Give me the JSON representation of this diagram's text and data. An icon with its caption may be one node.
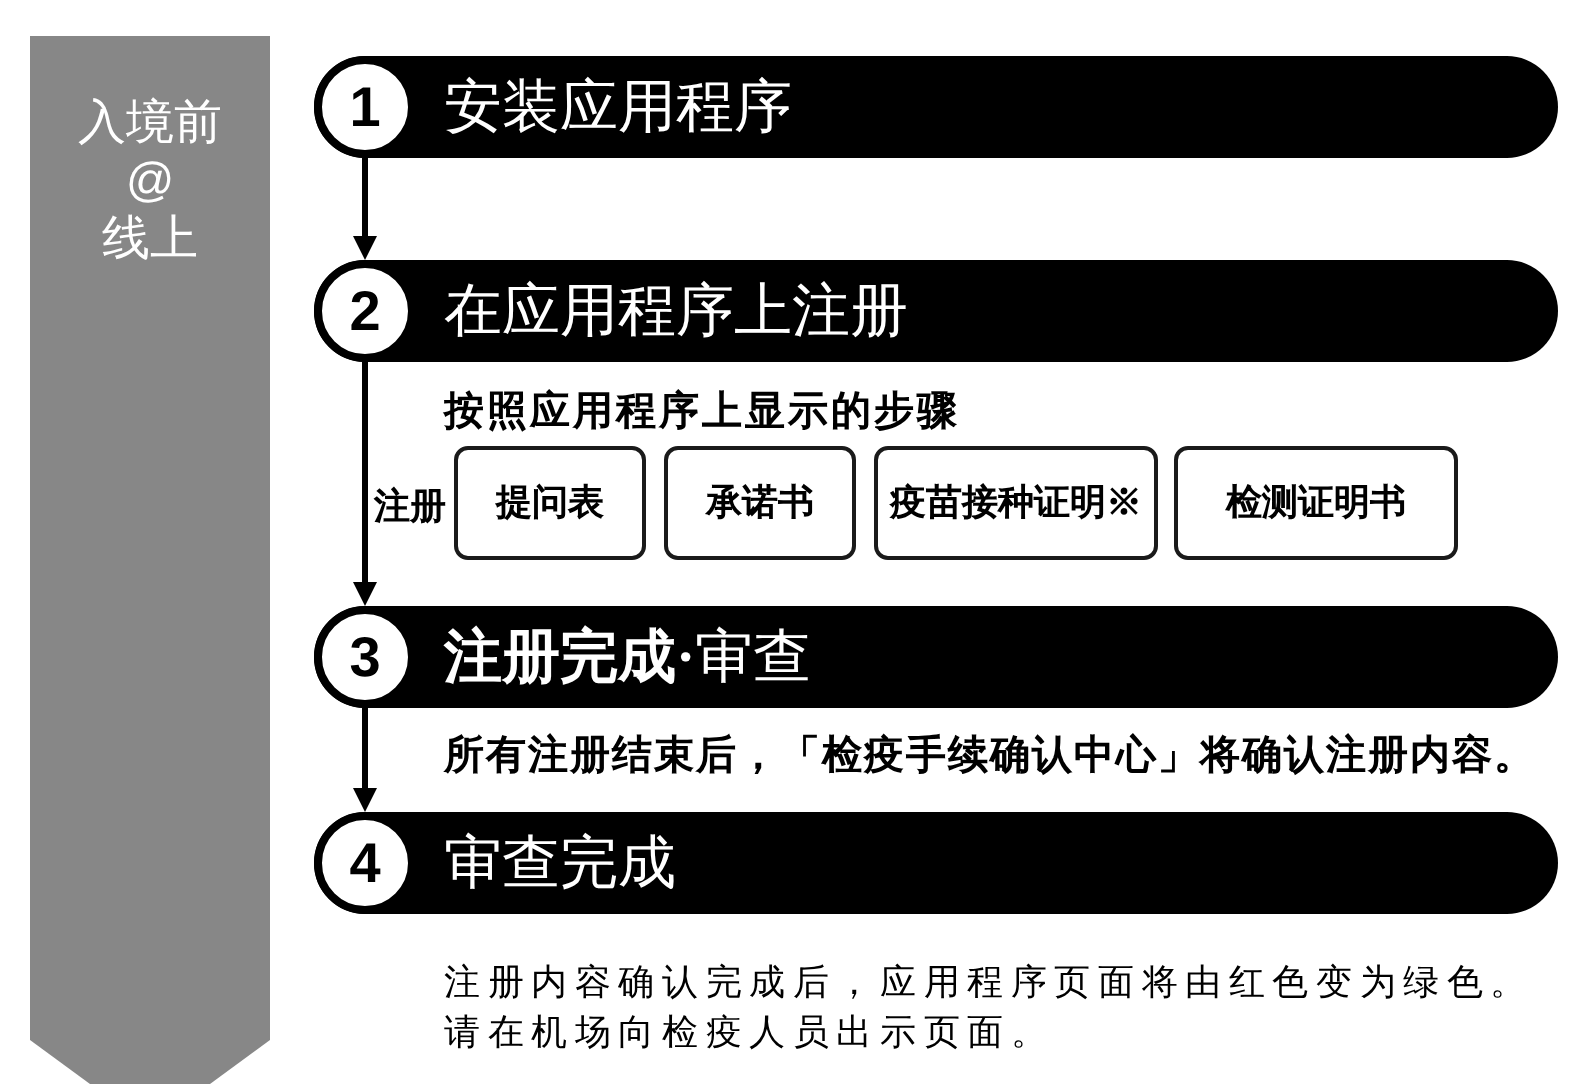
{
  "diagram": {
    "nodes": [
      {
        "text": [
          "入境前",
          "@",
          "线上"
        ]
      },
      {
        "text": [
          "安装应用程序"
        ]
      },
      {
        "text": [
          "1"
        ],
        "in": 1
      },
      {
        "text": [
          "在应用程序上注册"
        ]
      },
      {
        "text": [
          "2"
        ],
        "in": 3
      },
      {
        "text": [
          "提问表"
        ]
      },
      {
        "text": [
          "承诺书"
        ]
      },
      {
        "text": [
          "疫苗接种证明※"
        ]
      },
      {
        "text": [
          "检测证明书"
        ]
      },
      {
        "text": [
          "**注册完成·**审查"
        ]
      },
      {
        "text": [
          "3"
        ],
        "in": 9
      },
      {
        "text": [
          "审查完成"
        ]
      },
      {
        "text": [
          "4"
        ],
        "in": 11
      }
    ],
    "edges": [
      {
        "from": 2,
        "to": 4,
        "arrow": "to"
      },
      {
        "from": 4,
        "to": 10,
        "arrow": "to"
      },
      {
        "from": 10,
        "to": 12,
        "arrow": "to"
      }
    ],
    "labels": [
      "按照应用程序上显示的步骤",
      "注册",
      "所有注册结束后，「检疫手续确认中心」将确认注册内容。",
      "注册内容确认完成后，应用程序页面将由红色变为绿色。请在机场向检疫人员出示页面。"
    ]
  }
}
